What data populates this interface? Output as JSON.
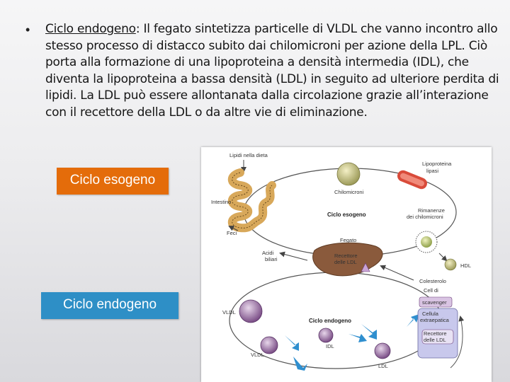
{
  "bullet": {
    "term": "Ciclo endogeno",
    "text": ": Il fegato sintetizza particelle di VLDL che vanno incontro allo stesso processo di distacco subito dai chilomicroni per azione della LPL. Ciò porta alla formazione di una lipoproteina a densità intermedia (IDL), che diventa la lipoproteina a bassa densità (LDL) in seguito ad ulteriore perdita di lipidi. La LDL può essere allontanata dalla circolazione grazie all’interazione con il recettore della LDL o da altre vie di eliminazione."
  },
  "buttons": {
    "esogeno": "Ciclo esogeno",
    "endogeno": "Ciclo endogeno"
  },
  "figure": {
    "lipidi": "Lipidi nella dieta",
    "intestino": "Intestino",
    "feci": "Feci",
    "chilomicroni": "Chilomicroni",
    "lipasi_1": "Lipoproteina",
    "lipasi_2": "lipasi",
    "esogeno": "Ciclo esogeno",
    "rimanenze_1": "Rimanenze",
    "rimanenze_2": "dei chilomicroni",
    "fegato": "Fegato",
    "recettore_1": "Recettore",
    "recettore_2": "delle LDL",
    "acidi_1": "Acidi",
    "acidi_2": "biliari",
    "colesterolo": "Colesterolo",
    "hdl": "HDL",
    "vldl_top": "VLDL",
    "vldl_bottom": "VLDL",
    "endogeno": "Ciclo endogeno",
    "idl": "IDL",
    "ldl": "LDL",
    "scavenger_1": "Cell di",
    "scavenger_2": "scavenger",
    "cellula_1": "Cellula",
    "cellula_2": "extraepatica",
    "recettore_ldl_1": "Recettore",
    "recettore_ldl_2": "delle LDL"
  },
  "colors": {
    "btn_eso": "#e46c0a",
    "btn_endo": "#2e8fc6",
    "liver": "#8a5a3c",
    "arrow_blue": "#2f8fcf"
  }
}
